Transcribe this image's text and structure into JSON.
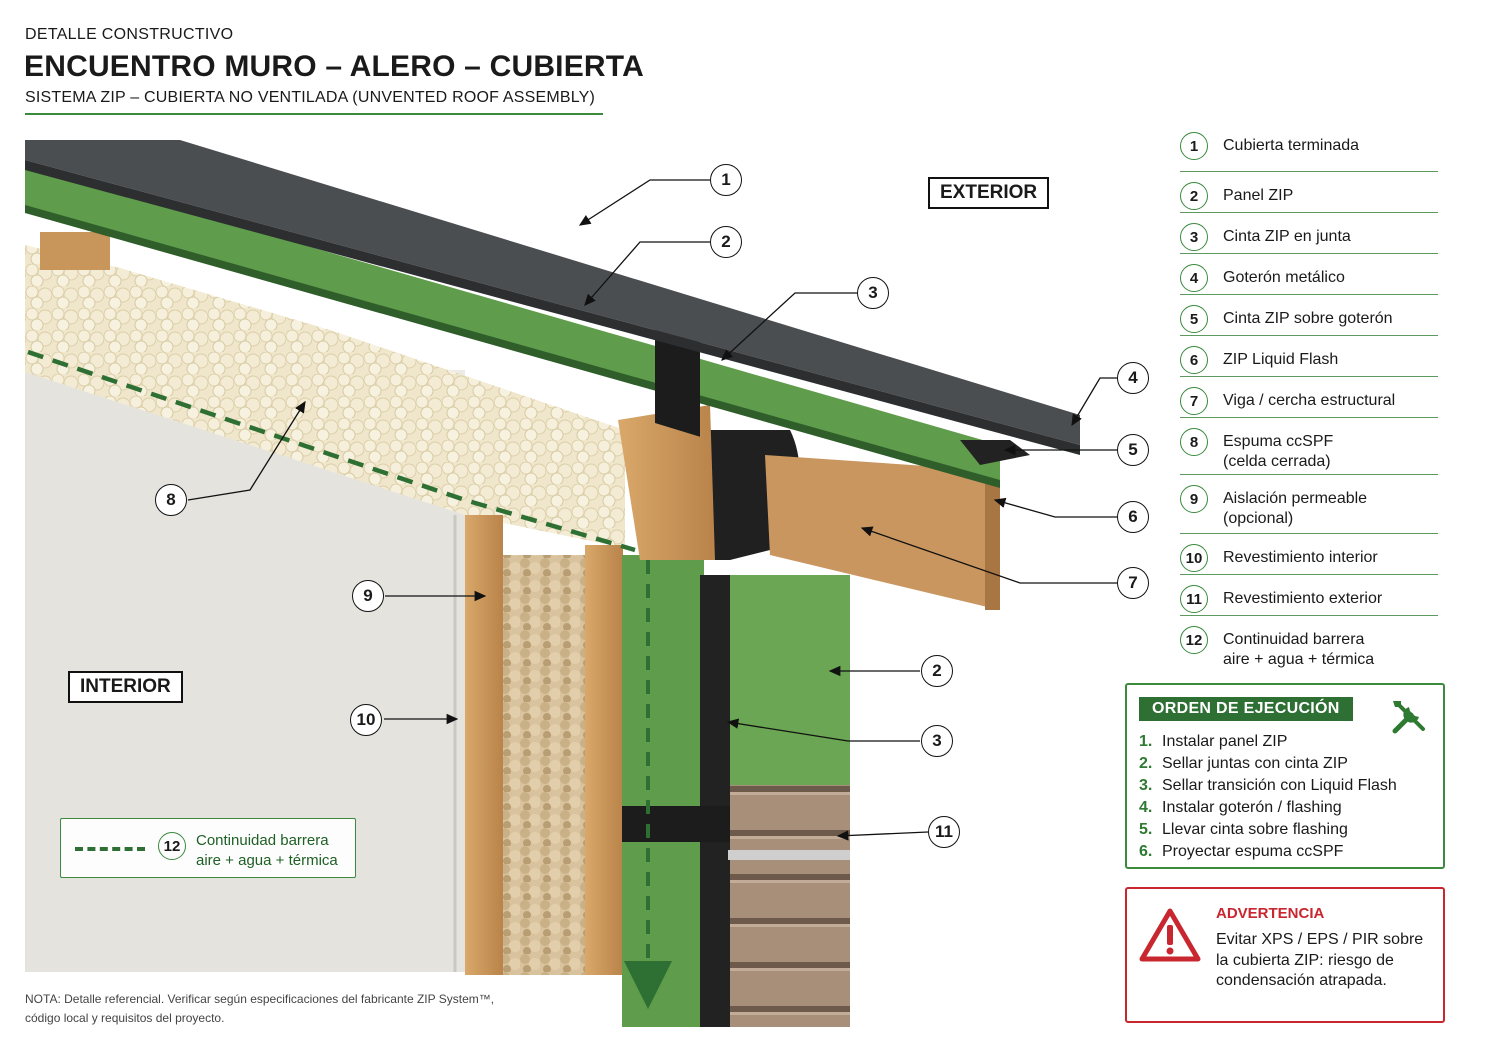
{
  "header": {
    "supertitle": "DETALLE CONSTRUCTIVO",
    "title": "ENCUENTRO MURO – ALERO – CUBIERTA",
    "subtitle": "SISTEMA ZIP – CUBIERTA NO VENTILADA (UNVENTED ROOF ASSEMBLY)"
  },
  "zone_labels": {
    "exterior": "EXTERIOR",
    "interior": "INTERIOR"
  },
  "callouts": [
    {
      "num": "1"
    },
    {
      "num": "2"
    },
    {
      "num": "3"
    },
    {
      "num": "4"
    },
    {
      "num": "5"
    },
    {
      "num": "6"
    },
    {
      "num": "7"
    },
    {
      "num": "8"
    },
    {
      "num": "9"
    },
    {
      "num": "10"
    },
    {
      "num": "2"
    },
    {
      "num": "3"
    },
    {
      "num": "11"
    }
  ],
  "legend": [
    {
      "num": "1",
      "text": "Cubierta terminada"
    },
    {
      "num": "2",
      "text": "Panel ZIP"
    },
    {
      "num": "3",
      "text": "Cinta ZIP en junta"
    },
    {
      "num": "4",
      "text": "Goterón metálico"
    },
    {
      "num": "5",
      "text": "Cinta ZIP sobre goterón"
    },
    {
      "num": "6",
      "text": "ZIP Liquid Flash"
    },
    {
      "num": "7",
      "text": "Viga / cercha estructural"
    },
    {
      "num": "8",
      "text": "Espuma ccSPF",
      "text2": "(celda cerrada)"
    },
    {
      "num": "9",
      "text": "Aislación permeable",
      "text2": "(opcional)"
    },
    {
      "num": "10",
      "text": "Revestimiento interior"
    },
    {
      "num": "11",
      "text": "Revestimiento exterior"
    },
    {
      "num": "12",
      "text": "Continuidad barrera",
      "text2": "aire + agua + térmica"
    }
  ],
  "continuity_key": {
    "num": "12",
    "line1": "Continuidad barrera",
    "line2": "aire + agua + térmica"
  },
  "orden": {
    "title": "ORDEN DE EJECUCIÓN",
    "icon": "tools-icon",
    "steps": [
      {
        "n": "1.",
        "text": "Instalar panel ZIP"
      },
      {
        "n": "2.",
        "text": "Sellar juntas con cinta ZIP"
      },
      {
        "n": "3.",
        "text": "Sellar transición con Liquid Flash"
      },
      {
        "n": "4.",
        "text": "Instalar goterón / flashing"
      },
      {
        "n": "5.",
        "text": "Llevar cinta sobre flashing"
      },
      {
        "n": "6.",
        "text": "Proyectar espuma ccSPF"
      }
    ]
  },
  "warning": {
    "title": "ADVERTENCIA",
    "text": "Evitar XPS / EPS / PIR sobre la cubierta ZIP: riesgo de condensación atrapada.",
    "icon": "warning-triangle-icon"
  },
  "nota": {
    "line1": "NOTA: Detalle referencial. Verificar según especificaciones del fabricante ZIP System™,",
    "line2": "código local y requisitos del proyecto."
  },
  "colors": {
    "zip_green": "#5f9c4b",
    "brand_green": "#2e6f33",
    "warning_red": "#c8272f",
    "foam": "#efe6cc",
    "roof": "#4b4e51",
    "wood": "#c8955a",
    "tape": "#1c1c1c"
  }
}
